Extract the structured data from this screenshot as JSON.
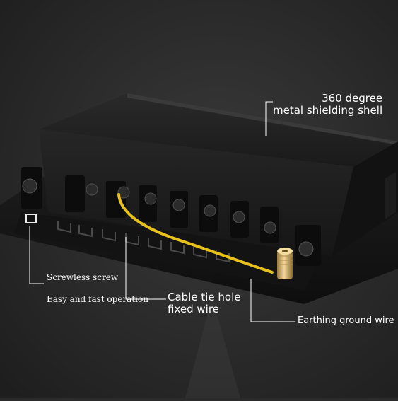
{
  "callouts": {
    "shield": {
      "line1": "360 degree",
      "line2": "metal shielding shell"
    },
    "screwless": "Screwless screw",
    "easy_operation": "Easy and fast operation",
    "cable_tie": {
      "line1": "Cable tie hole",
      "line2": "fixed wire"
    },
    "earthing": "Earthing ground wire"
  },
  "colors": {
    "background": "#2b2b2b",
    "enclosure": "#1f1f1f",
    "ground_wire": "#e8c21a",
    "callout_line": "#ffffff",
    "text": "#ffffff"
  }
}
